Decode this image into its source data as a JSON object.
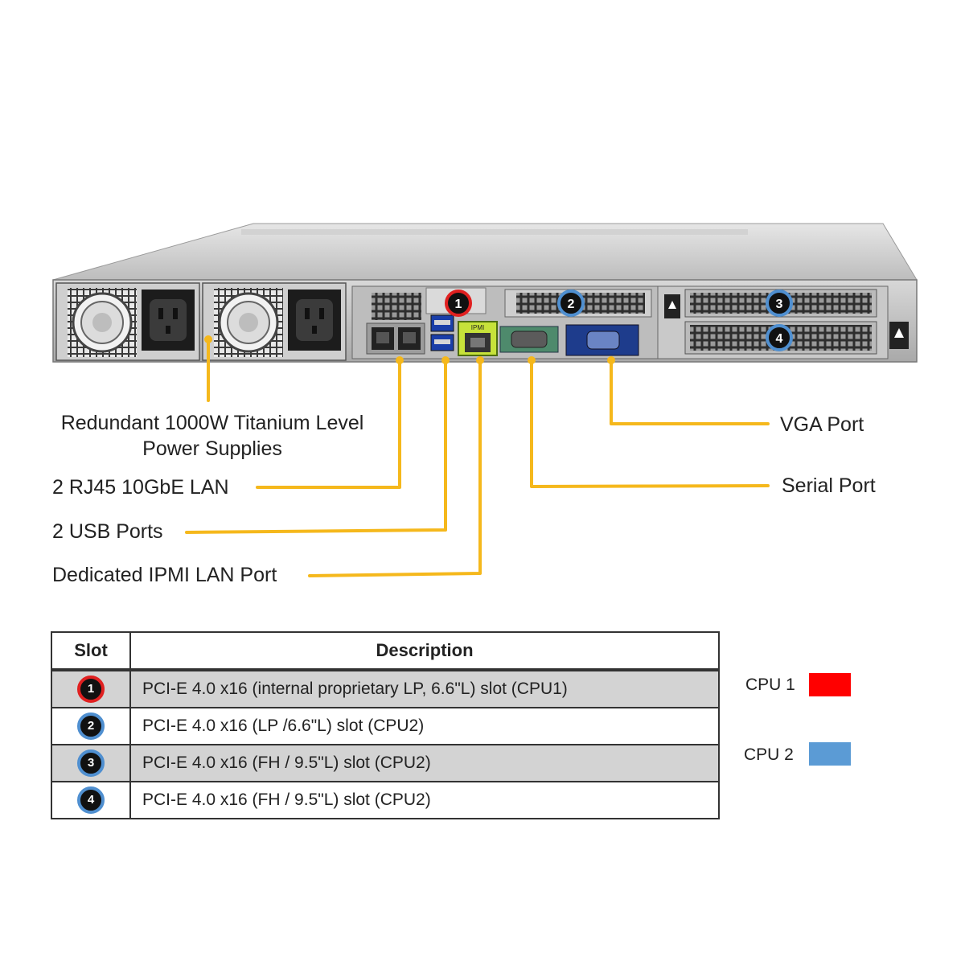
{
  "colors": {
    "callout_line": "#f5b81c",
    "cpu1": "#ff0000",
    "cpu2": "#5b9bd5",
    "table_shade": "#d3d3d3"
  },
  "chassis_badges": [
    "1",
    "2",
    "3",
    "4"
  ],
  "chassis_labels": {
    "ipmi_tag": "IPMI"
  },
  "callouts": {
    "power_supplies": "Redundant  1000W Titanium  Level Power Supplies",
    "rj45_lan": "2 RJ45 10GbE LAN",
    "usb_ports": "2 USB Ports",
    "ipmi_port": "Dedicated IPMI  LAN Port",
    "vga_port": "VGA Port",
    "serial_port": "Serial Port"
  },
  "table": {
    "headers": {
      "slot": "Slot",
      "description": "Description"
    },
    "rows": [
      {
        "slot": "1",
        "cpu": "cpu1",
        "description": "PCI-E  4.0  x16  (internal  proprietary  LP,  6.6\"L)  slot  (CPU1)"
      },
      {
        "slot": "2",
        "cpu": "cpu2",
        "description": "PCI-E  4.0  x16  (LP /6.6\"L)  slot (CPU2)"
      },
      {
        "slot": "3",
        "cpu": "cpu2",
        "description": "PCI-E  4.0  x16  (FH / 9.5\"L)  slot (CPU2)"
      },
      {
        "slot": "4",
        "cpu": "cpu2",
        "description": "PCI-E  4.0  x16  (FH / 9.5\"L)  slot (CPU2)"
      }
    ]
  },
  "legend": {
    "cpu1_label": "CPU  1",
    "cpu2_label": "CPU  2"
  }
}
